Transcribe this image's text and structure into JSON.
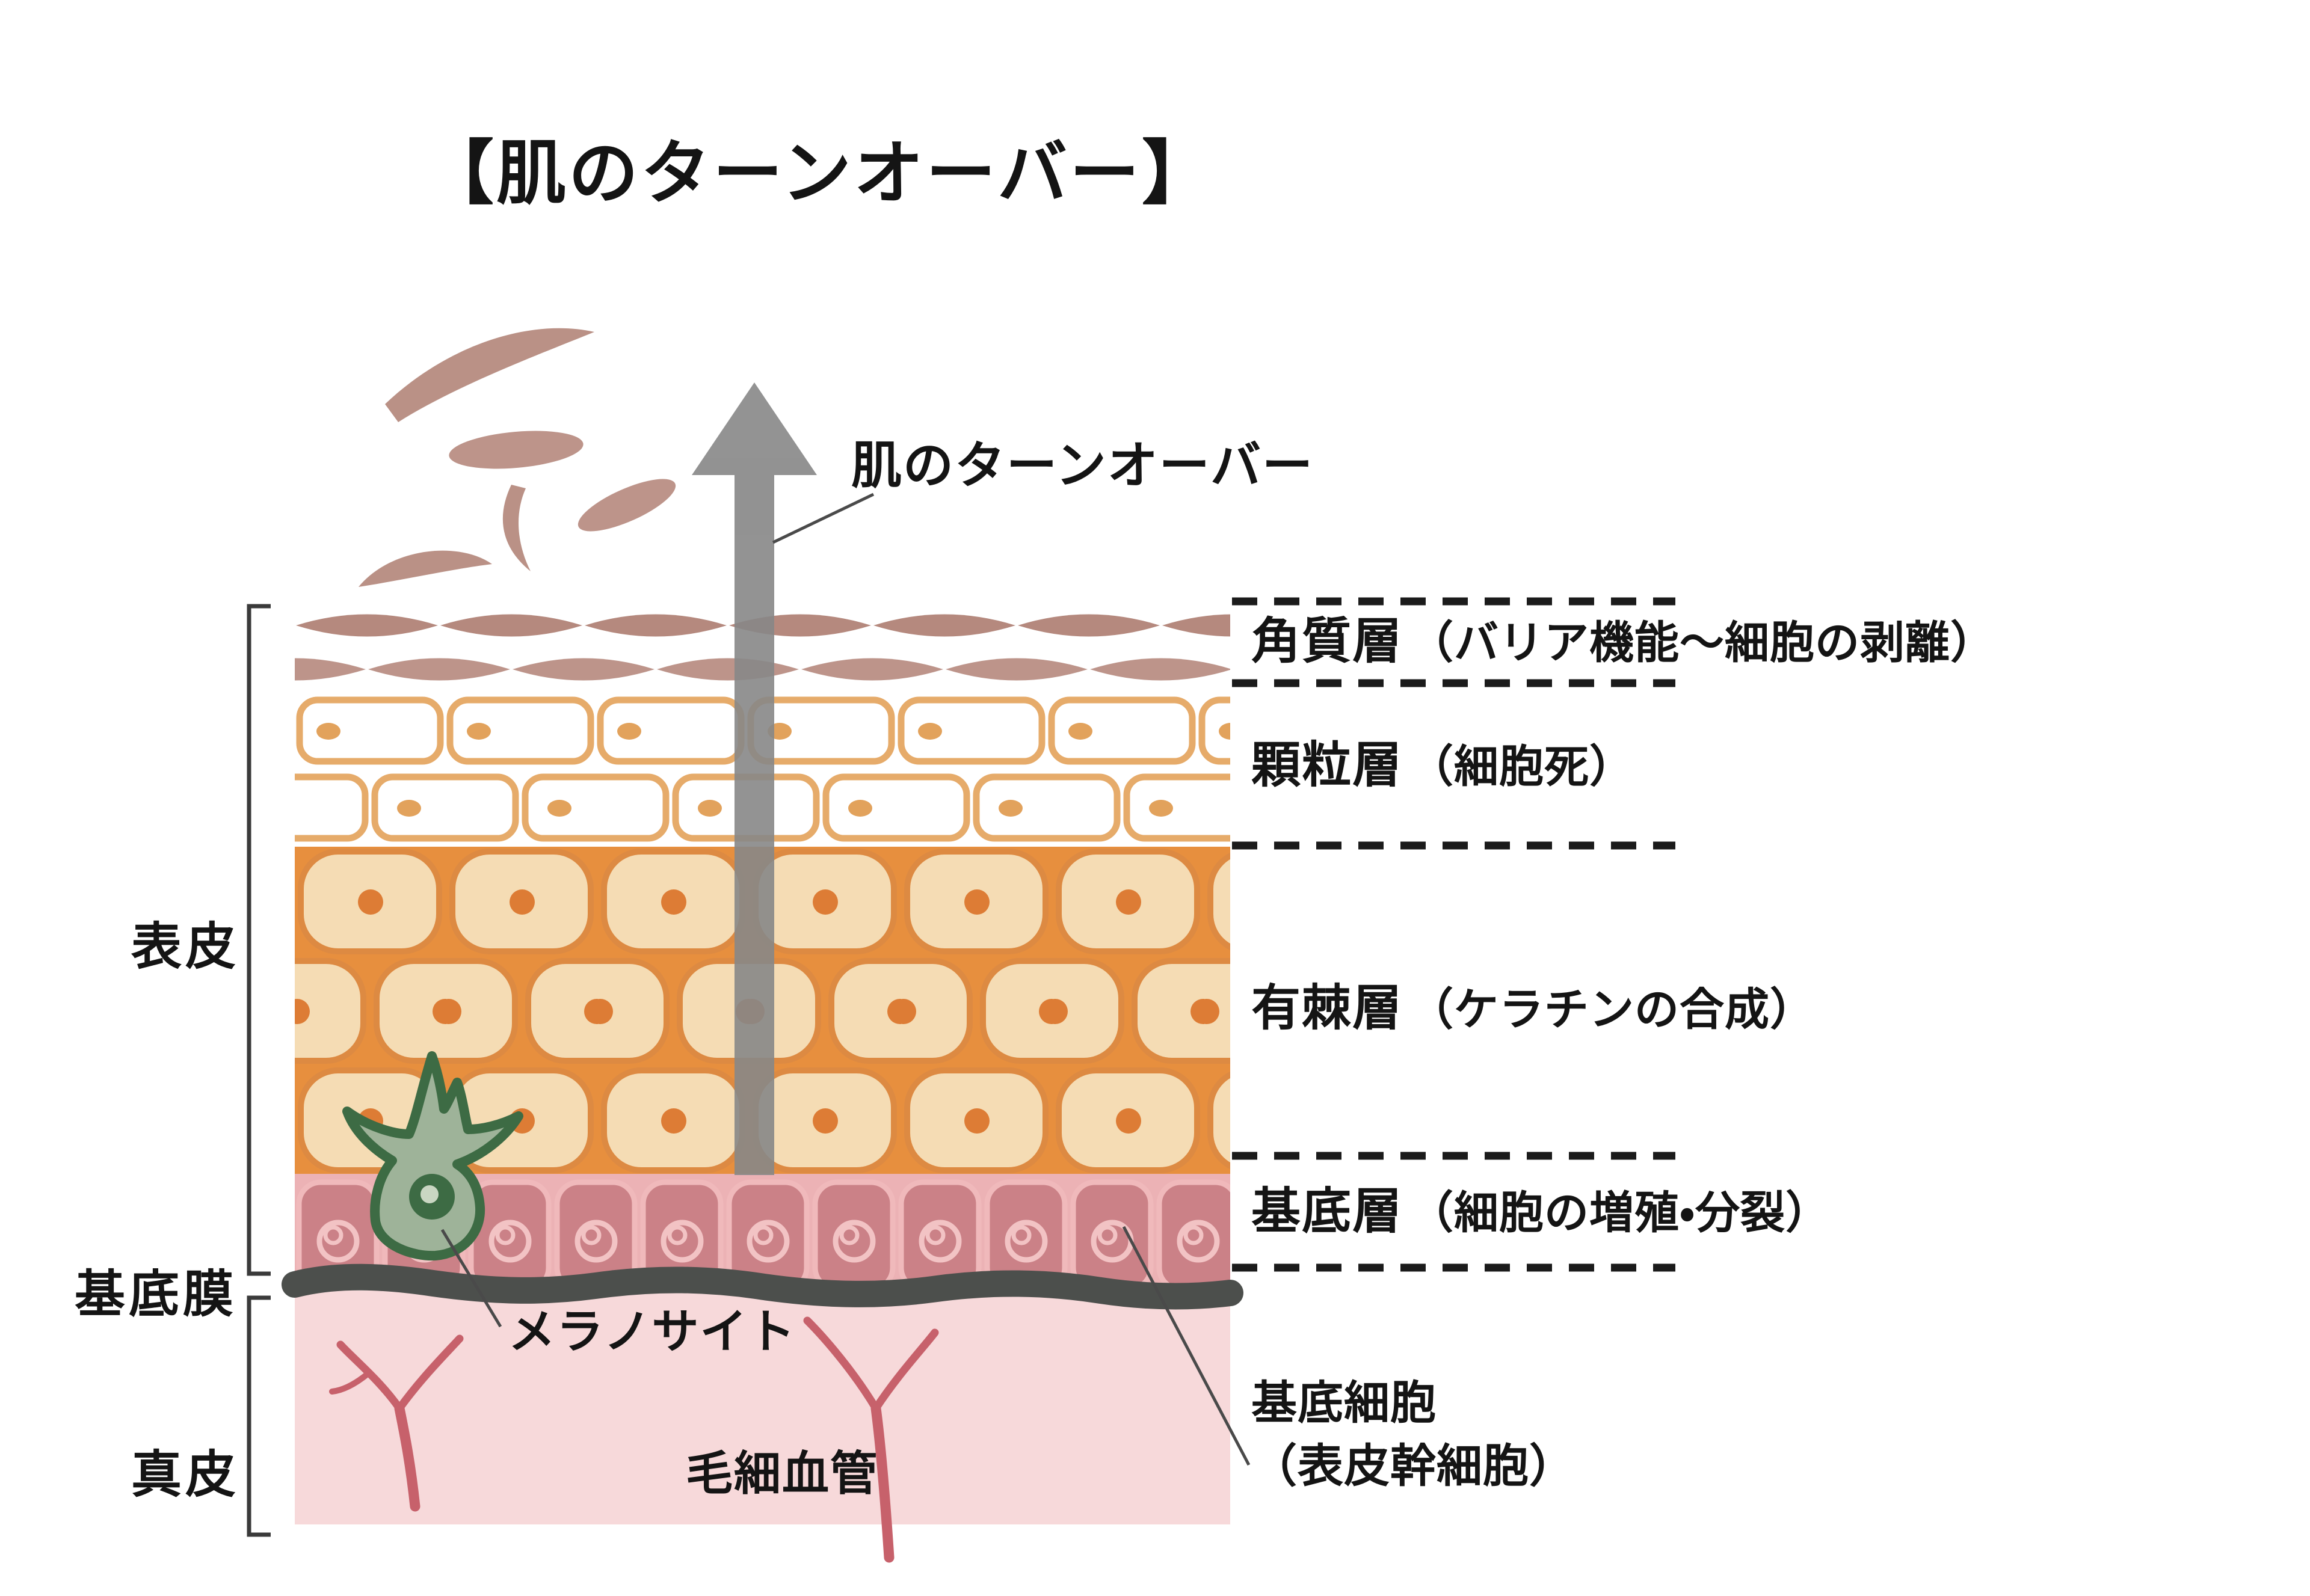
{
  "title": "【肌のターンオーバー】",
  "arrow": {
    "label": "肌のターンオーバー",
    "direction": "up"
  },
  "left_labels": {
    "epidermis": "表皮",
    "basement_membrane": "基底膜",
    "dermis": "真皮"
  },
  "layer_labels": [
    {
      "name": "角質層",
      "desc": "（バリア機能～細胞の剥離）"
    },
    {
      "name": "顆粒層",
      "desc": "（細胞死）"
    },
    {
      "name": "有棘層",
      "desc": "（ケラチンの合成）"
    },
    {
      "name": "基底層",
      "desc": "（細胞の増殖・分裂）"
    }
  ],
  "annotations": {
    "melanocyte": "メラノサイト",
    "capillary": "毛細血管",
    "basal_cell_line1": "基底細胞",
    "basal_cell_line2": "（表皮幹細胞）"
  },
  "colors": {
    "corneum_cell": "#b5897e",
    "corneum_cell_alt": "#bd948a",
    "granular_border": "#e6ab6a",
    "granular_nucleus": "#e2a25c",
    "spinous_cell": "#f5dcb4",
    "spinous_gap": "#e78f3e",
    "spinous_nucleus": "#dd7c35",
    "basal_cell": "#cb8187",
    "basal_bg": "#ecb2b5",
    "basal_nucleus_ring": "#f2c3c4",
    "basement_membrane": "#4c4f4c",
    "dermis": "#f7d9da",
    "capillary": "#c7616b",
    "melanocyte_fill": "#9eb399",
    "melanocyte_outline": "#3d6b44",
    "arrow_gray": "#878787",
    "text": "#141414"
  }
}
